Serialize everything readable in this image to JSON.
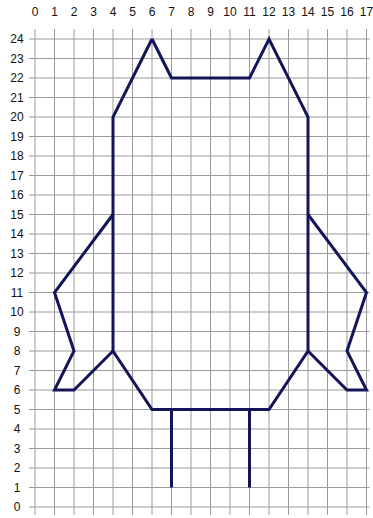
{
  "diagram": {
    "labels": [
      "0",
      "1",
      "2",
      "3",
      "4",
      "5",
      "6",
      "7",
      "8",
      "9",
      "10",
      "11",
      "12",
      "13",
      "14",
      "15",
      "16",
      "17",
      "24",
      "23",
      "22",
      "21",
      "20",
      "19",
      "18",
      "17",
      "16",
      "15",
      "14",
      "13",
      "12",
      "11",
      "10",
      "9",
      "8",
      "7",
      "6",
      "5",
      "4",
      "3",
      "2",
      "1",
      "0"
    ]
  }
}
